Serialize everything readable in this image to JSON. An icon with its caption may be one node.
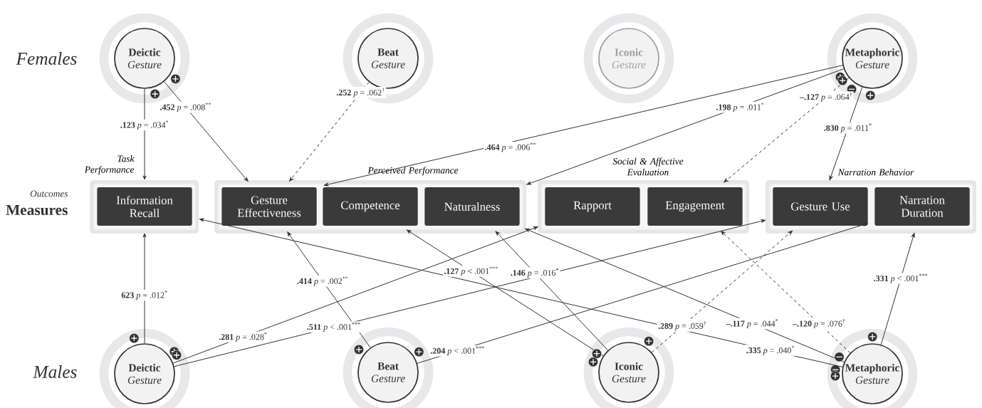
{
  "diagram": {
    "nodes": [
      {
        "text": [
          "Deictic",
          "Gesture"
        ]
      },
      {
        "text": [
          "Beat",
          "Gesture"
        ]
      },
      {
        "text": [
          "Iconic",
          "Gesture"
        ]
      },
      {
        "text": [
          "Metaphoric",
          "Gesture"
        ]
      },
      {
        "text": [
          "Task Performance"
        ]
      },
      {
        "text": [
          "Information Recall"
        ],
        "in": 4
      },
      {
        "text": [
          "Perceived Performance"
        ]
      },
      {
        "text": [
          "Gesture Effectiveness"
        ],
        "in": 6
      },
      {
        "text": [
          "Competence"
        ],
        "in": 6
      },
      {
        "text": [
          "Naturalness"
        ],
        "in": 6
      },
      {
        "text": [
          "Social & Affective Evaluation"
        ]
      },
      {
        "text": [
          "Rapport"
        ],
        "in": 10
      },
      {
        "text": [
          "Engagement"
        ],
        "in": 10
      },
      {
        "text": [
          "Narration Behavior"
        ]
      },
      {
        "text": [
          "Gesture Use"
        ],
        "in": 13
      },
      {
        "text": [
          "Narration Duration"
        ],
        "in": 13
      },
      {
        "text": [
          "Deictic",
          "Gesture"
        ]
      },
      {
        "text": [
          "Beat",
          "Gesture"
        ]
      },
      {
        "text": [
          "Iconic",
          "Gesture"
        ]
      },
      {
        "text": [
          "Metaphoric",
          "Gesture"
        ]
      }
    ],
    "edges": [
      {
        "from": 0,
        "to": 5,
        "arrow": "to",
        "label": "**.123** *p* = .034$^{*}$"
      },
      {
        "from": 0,
        "to": 7,
        "arrow": "to",
        "label": "**.452** *p* = .008$^{**}$"
      },
      {
        "from": 1,
        "to": 7,
        "arrow": "to",
        "style": "dashed",
        "label": "**.252** *p* = .062$^{†}$"
      },
      {
        "from": 3,
        "to": 7,
        "arrow": "to",
        "label": "**.464** *p* = .006$^{**}$"
      },
      {
        "from": 3,
        "to": 9,
        "arrow": "to",
        "label": "**.198** *p* = .011$^{*}$"
      },
      {
        "from": 3,
        "to": 12,
        "arrow": "to",
        "style": "dashed",
        "label": "**–.127** *p* = .064$^{†}$"
      },
      {
        "from": 3,
        "to": 14,
        "arrow": "to",
        "label": "**.830** *p* = .011$^{*}$"
      },
      {
        "from": 16,
        "to": 5,
        "arrow": "to",
        "label": "**623** *p* = .012$^{*}$"
      },
      {
        "from": 16,
        "to": 11,
        "arrow": "to",
        "label": "**.281** *p* = .028$^{*}$"
      },
      {
        "from": 16,
        "to": 14,
        "arrow": "to",
        "label": "**.511** *p* < .001$^{***}$"
      },
      {
        "from": 17,
        "to": 7,
        "arrow": "to",
        "label": "**.414** *p* = .002$^{**}$"
      },
      {
        "from": 17,
        "to": 15,
        "arrow": "to",
        "label": "**.204** *p* < .001$^{***}$"
      },
      {
        "from": 18,
        "to": 8,
        "arrow": "to",
        "label": "**.127** *p* < .001$^{***}$"
      },
      {
        "from": 18,
        "to": 9,
        "arrow": "to",
        "label": "**.146** *p* = .016$^{*}$"
      },
      {
        "from": 18,
        "to": 14,
        "arrow": "to",
        "style": "dashed",
        "label": "**.289** *p* = .059$^{†}$"
      },
      {
        "from": 19,
        "to": 9,
        "arrow": "to",
        "label": "**–.117** *p* = .044$^{*}$"
      },
      {
        "from": 19,
        "to": 5,
        "arrow": "to",
        "label": "**.335** *p* = .040$^{*}$"
      },
      {
        "from": 19,
        "to": 12,
        "arrow": "to",
        "style": "dashed",
        "label": "**–.120** *p* = .076$^{†}$"
      },
      {
        "from": 19,
        "to": 15,
        "arrow": "to",
        "label": "**.331** *p* < .001$^{***}$"
      }
    ],
    "labels": [
      "Females",
      "Outcomes",
      "Measures",
      "Males"
    ]
  }
}
